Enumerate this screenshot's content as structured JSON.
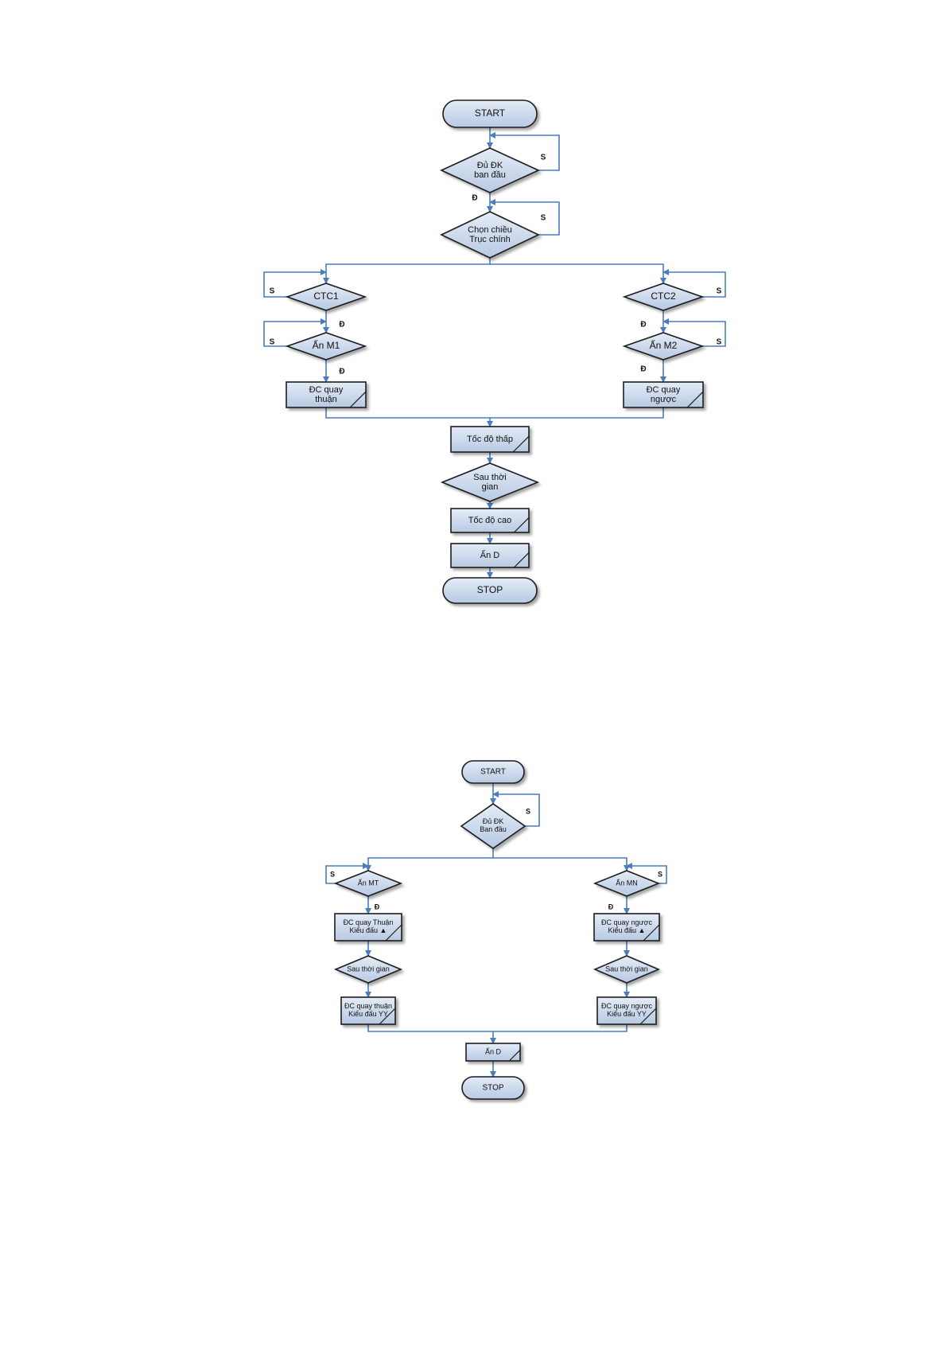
{
  "colors": {
    "line": "#4a7cc0",
    "shape_fill_top": "#e4ecf7",
    "shape_fill_bottom": "#b7c9e2",
    "shape_stroke": "#1b1b1b",
    "text": "#111111"
  },
  "flowchart_1": {
    "start": "START",
    "cond_initial": [
      "Đủ ĐK",
      "ban đầu"
    ],
    "choose_direction": [
      "Chọn chiều",
      "Trục chính"
    ],
    "ctc1": "CTC1",
    "ctc2": "CTC2",
    "press_m1": "Ấn M1",
    "press_m2": "Ấn M2",
    "motor_forward": [
      "ĐC quay",
      "thuận"
    ],
    "motor_reverse": [
      "ĐC quay",
      "ngược"
    ],
    "low_speed": "Tốc độ thấp",
    "after_time": [
      "Sau thời",
      "gian"
    ],
    "high_speed": "Tốc độ cao",
    "press_d": "Ấn D",
    "stop": "STOP",
    "label_s": "S",
    "label_d": "Đ"
  },
  "flowchart_2": {
    "start": "START",
    "cond_initial": [
      "Đủ ĐK",
      "Ban đầu"
    ],
    "press_mt": "Ấn MT",
    "press_mn": "Ấn MN",
    "forward_delta": [
      "ĐC quay Thuận",
      "Kiểu đấu ▲"
    ],
    "reverse_delta": [
      "ĐC quay ngược",
      "Kiểu đấu ▲"
    ],
    "after_time_left": "Sau thời gian",
    "after_time_right": "Sau thời gian",
    "forward_yy": [
      "ĐC quay thuận",
      "Kiểu đấu YY"
    ],
    "reverse_yy": [
      "ĐC quay ngược",
      "Kiểu đấu YY"
    ],
    "press_d": "Ấn D",
    "stop": "STOP",
    "label_s": "S",
    "label_d": "Đ"
  }
}
